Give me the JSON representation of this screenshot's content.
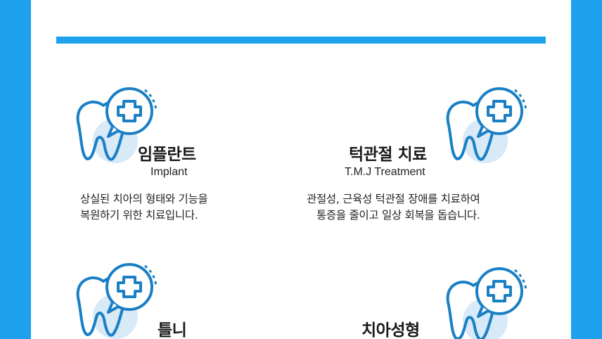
{
  "services": [
    {
      "title": "임플란트",
      "subtitle": "Implant",
      "desc_lines": [
        "상실된 치아의 형태와 기능을",
        "복원하기 위한 치료입니다."
      ],
      "icon": "tooth-plus-icon"
    },
    {
      "title": "턱관절 치료",
      "subtitle": "T.M.J Treatment",
      "desc_lines": [
        "관절성, 근육성 턱관절 장애를 치료하여",
        "통증을 줄이고 일상 회복을 돕습니다."
      ],
      "icon": "tooth-plus-icon"
    },
    {
      "title": "틀니",
      "icon": "tooth-plus-icon"
    },
    {
      "title": "치아성형",
      "icon": "tooth-plus-icon"
    }
  ],
  "colors": {
    "accent": "#1da1ec",
    "icon_stroke": "#1a7fc4",
    "icon_fill": "#d8e9f7"
  }
}
